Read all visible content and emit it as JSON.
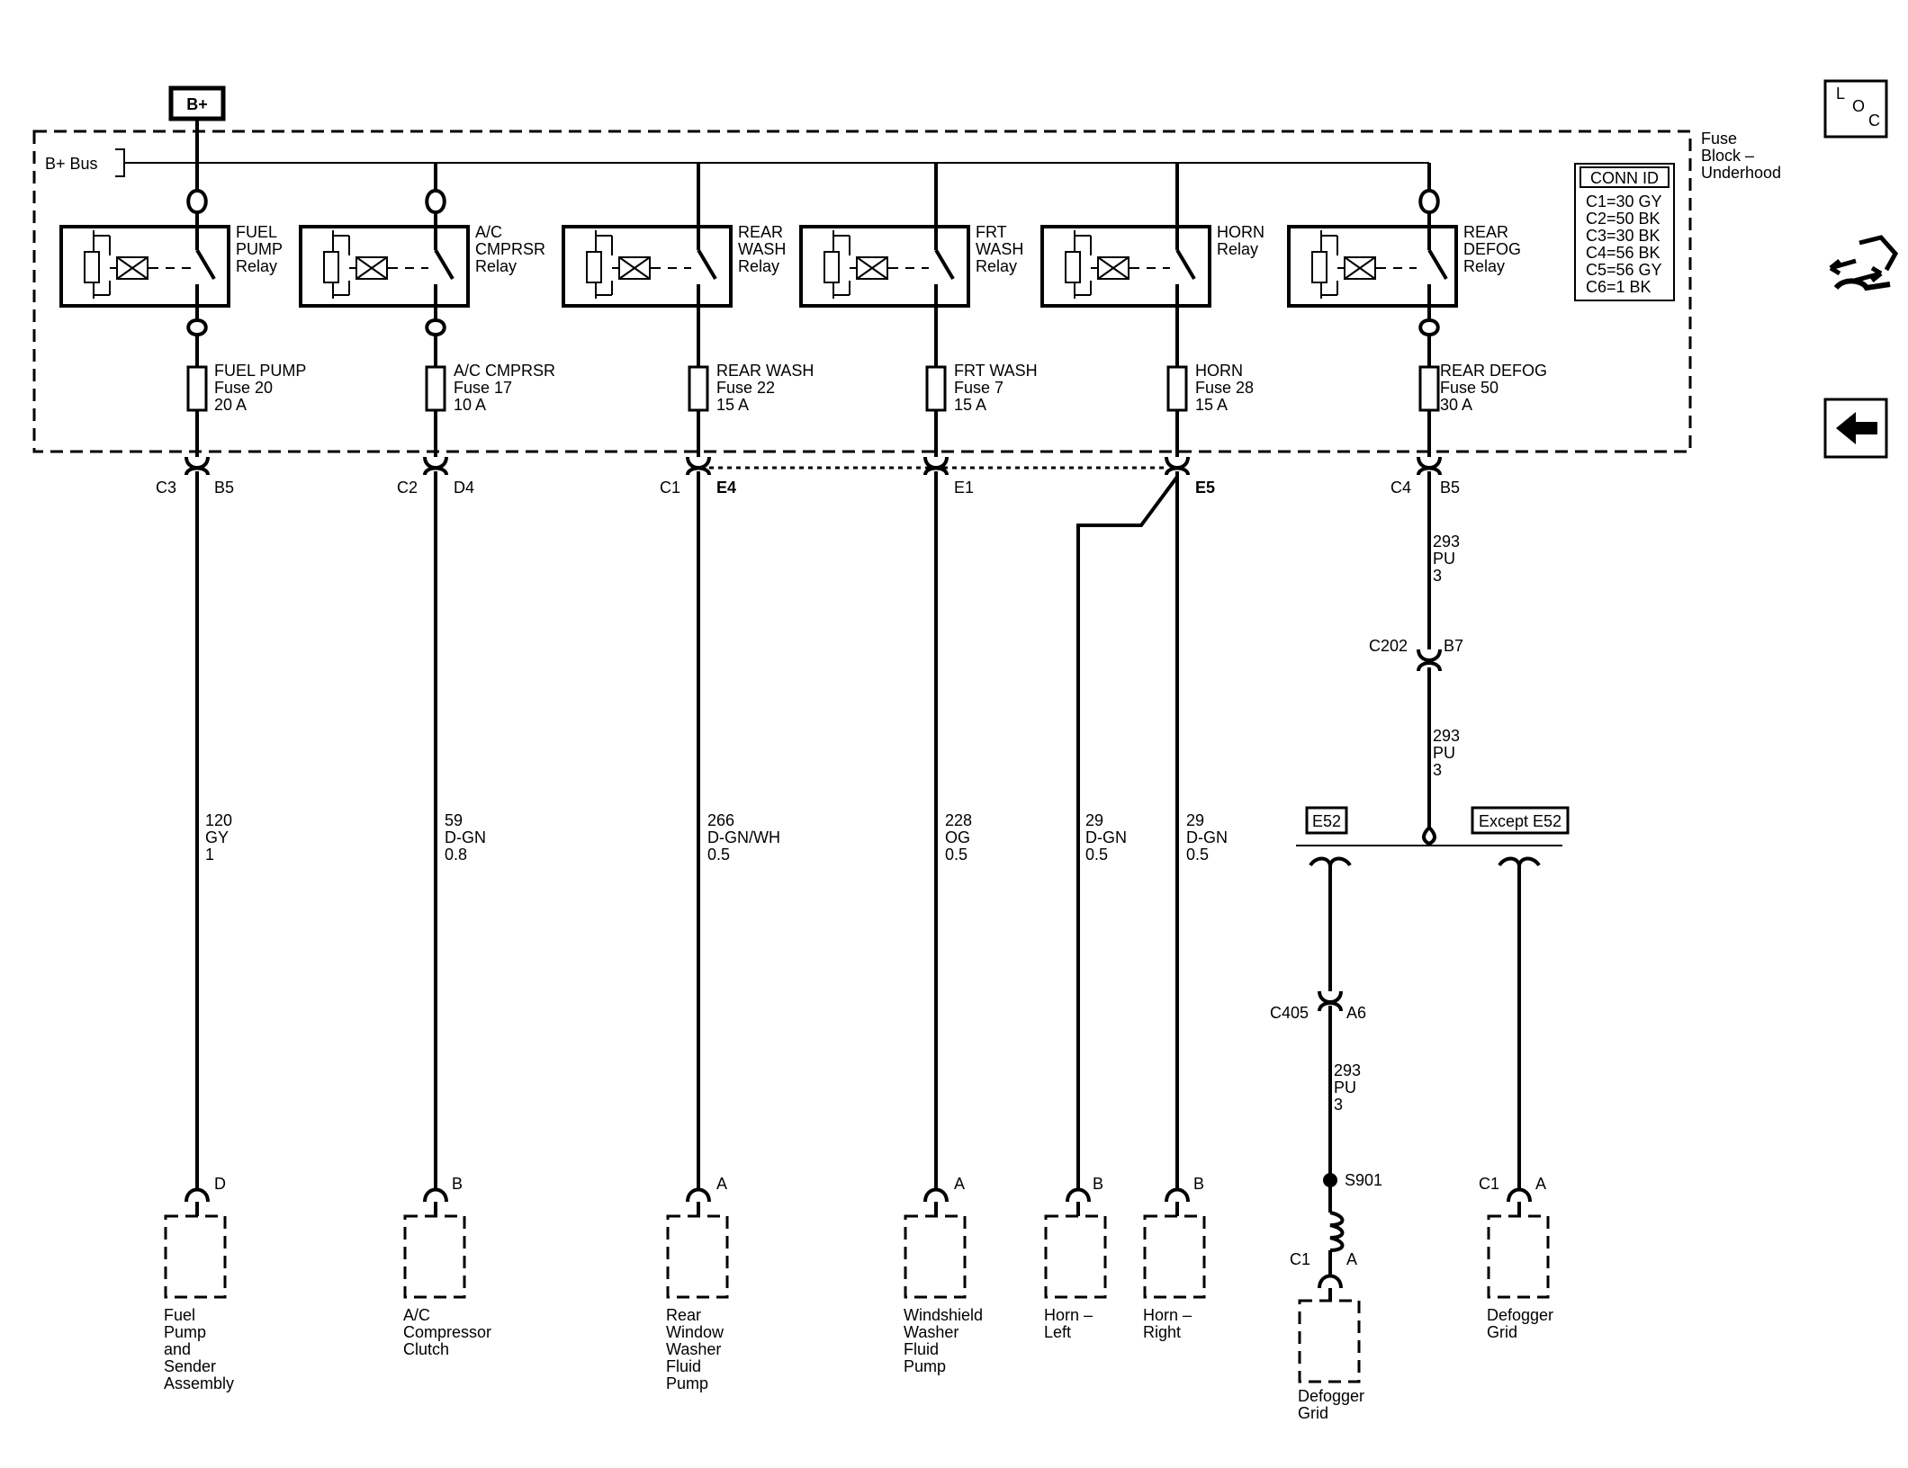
{
  "battery": "B+",
  "bus_label": "B+ Bus",
  "fuse_block_label": [
    "Fuse",
    "Block –",
    "Underhood"
  ],
  "conn_id": {
    "title": "CONN ID",
    "rows": [
      "C1=30 GY",
      "C2=50 BK",
      "C3=30 BK",
      "C4=56 BK",
      "C5=56 GY",
      "C6=1 BK"
    ]
  },
  "nav": {
    "loc_letters": [
      "L",
      "O",
      "C"
    ],
    "back_icon": "left-arrow-icon",
    "connector_icon": "connector-arrows-icon"
  },
  "relays": [
    {
      "label": [
        "FUEL",
        "PUMP",
        "Relay"
      ]
    },
    {
      "label": [
        "A/C",
        "CMPRSR",
        "Relay"
      ]
    },
    {
      "label": [
        "REAR",
        "WASH",
        "Relay"
      ]
    },
    {
      "label": [
        "FRT",
        "WASH",
        "Relay"
      ]
    },
    {
      "label": [
        "HORN",
        "Relay"
      ]
    },
    {
      "label": [
        "REAR",
        "DEFOG",
        "Relay"
      ]
    }
  ],
  "fuses": [
    {
      "label": [
        "FUEL PUMP",
        "Fuse 20",
        "20 A"
      ]
    },
    {
      "label": [
        "A/C CMPRSR",
        "Fuse 17",
        "10 A"
      ]
    },
    {
      "label": [
        "REAR WASH",
        "Fuse 22",
        "15 A"
      ]
    },
    {
      "label": [
        "FRT WASH",
        "Fuse 7",
        "15 A"
      ]
    },
    {
      "label": [
        "HORN",
        "Fuse 28",
        "15 A"
      ]
    },
    {
      "label": [
        "REAR DEFOG",
        "Fuse 50",
        "30 A"
      ]
    }
  ],
  "block_connectors": [
    {
      "conn": "C3",
      "pin": "B5"
    },
    {
      "conn": "C2",
      "pin": "D4"
    },
    {
      "conn": "C1",
      "pin": "E4"
    },
    {
      "conn": "",
      "pin": "E1"
    },
    {
      "conn": "",
      "pin": "E5"
    },
    {
      "conn": "C4",
      "pin": "B5"
    }
  ],
  "wires": [
    [
      "120",
      "GY",
      "1"
    ],
    [
      "59",
      "D-GN",
      "0.8"
    ],
    [
      "266",
      "D-GN/WH",
      "0.5"
    ],
    [
      "228",
      "OG",
      "0.5"
    ],
    [
      "29",
      "D-GN",
      "0.5"
    ],
    [
      "29",
      "D-GN",
      "0.5"
    ],
    [
      "293",
      "PU",
      "3"
    ],
    [
      "293",
      "PU",
      "3"
    ],
    [
      "293",
      "PU",
      "3"
    ]
  ],
  "c202": {
    "conn": "C202",
    "pin": "B7"
  },
  "c405": {
    "conn": "C405",
    "pin": "A6"
  },
  "option_labels": [
    "E52",
    "Except E52"
  ],
  "splice": "S901",
  "component_pins": [
    "D",
    "B",
    "A",
    "A",
    "B",
    "B",
    "A",
    "A"
  ],
  "component_conns": [
    "C1",
    "C1"
  ],
  "components": [
    [
      "Fuel",
      "Pump",
      "and",
      "Sender",
      "Assembly"
    ],
    [
      "A/C",
      "Compressor",
      "Clutch"
    ],
    [
      "Rear",
      "Window",
      "Washer",
      "Fluid",
      "Pump"
    ],
    [
      "Windshield",
      "Washer",
      "Fluid",
      "Pump"
    ],
    [
      "Horn –",
      "Left"
    ],
    [
      "Horn –",
      "Right"
    ],
    [
      "Defogger",
      "Grid"
    ],
    [
      "Defogger",
      "Grid"
    ]
  ]
}
